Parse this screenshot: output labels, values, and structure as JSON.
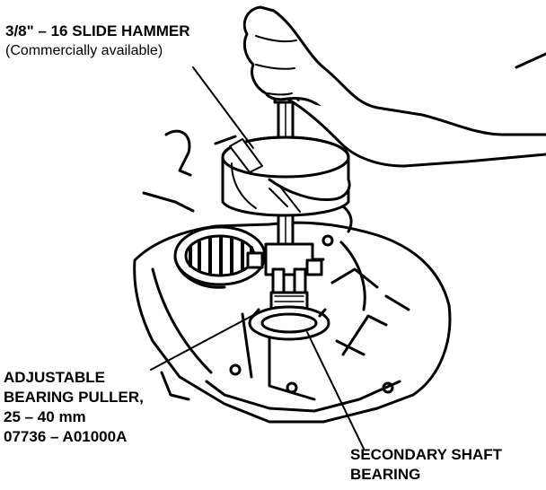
{
  "labels": {
    "slide_hammer": {
      "line1": "3/8\" – 16 SLIDE HAMMER",
      "line2": "(Commercially available)"
    },
    "bearing_puller": {
      "line1": "ADJUSTABLE",
      "line2": "BEARING PULLER,",
      "line3": "25 – 40 mm",
      "line4": "07736 – A01000A"
    },
    "shaft_bearing": {
      "line1": "SECONDARY SHAFT",
      "line2": "BEARING"
    }
  },
  "colors": {
    "ink": "#000000",
    "paper": "#ffffff"
  }
}
